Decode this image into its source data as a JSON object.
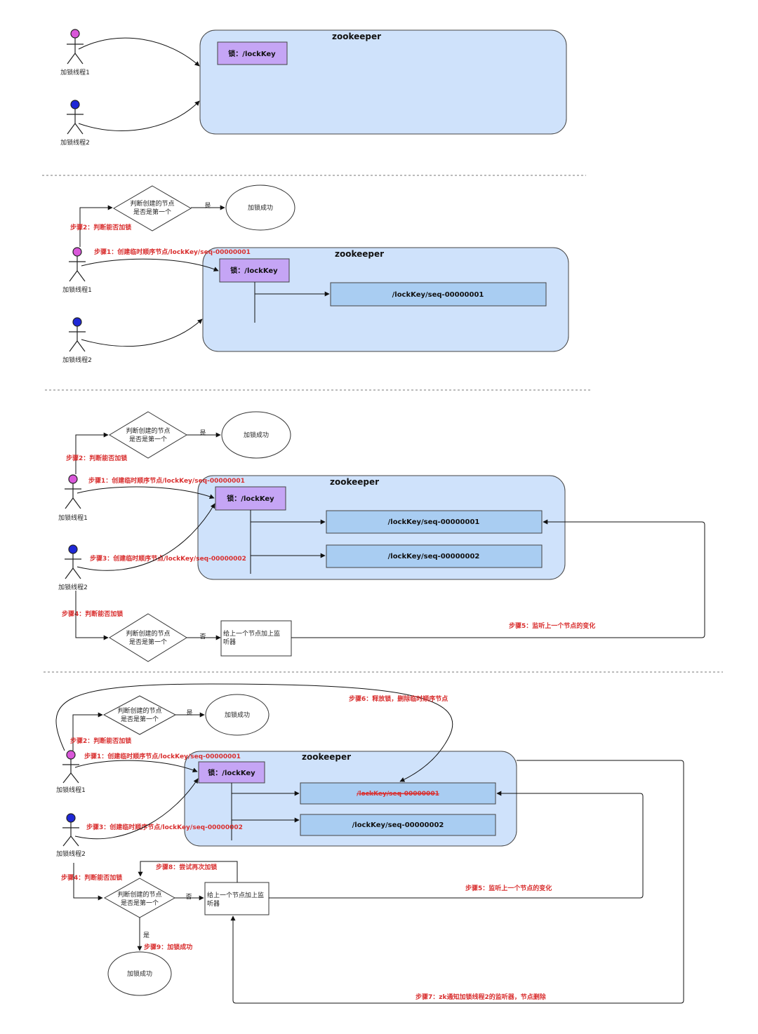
{
  "labels": {
    "zookeeper": "zookeeper",
    "lock_node": "锁：/lockKey",
    "seq1": "/lockKey/seq-00000001",
    "seq2": "/lockKey/seq-00000002",
    "thread1": "加锁线程1",
    "thread2": "加锁线程2",
    "judge_line1": "判断创建的节点",
    "judge_line2": "是否是第一个",
    "yes": "是",
    "no": "否",
    "success": "加锁成功",
    "listener_line1": "给上一个节点加上监",
    "listener_line2": "听器",
    "step1": "步骤1：创建临时顺序节点/lockKey/seq-00000001",
    "step2": "步骤2：判断能否加锁",
    "step3": "步骤3：创建临时顺序节点/lockKey/seq-00000002",
    "step4": "步骤4：判断能否加锁",
    "step5": "步骤5：监听上一个节点的变化",
    "step6": "步骤6：释放锁，删除临时顺序节点",
    "step7": "步骤7：zk通知加锁线程2的监听器，节点删除",
    "step8": "步骤8：尝试再次加锁",
    "step9": "步骤9：加锁成功"
  },
  "colors": {
    "zk_fill": "#cfe2fb",
    "lock_fill": "#c5a5f5",
    "seq_fill": "#a9cdf2",
    "thread1_head": "#d957d9",
    "thread2_head": "#1f28d6",
    "step_red": "#d93030"
  }
}
